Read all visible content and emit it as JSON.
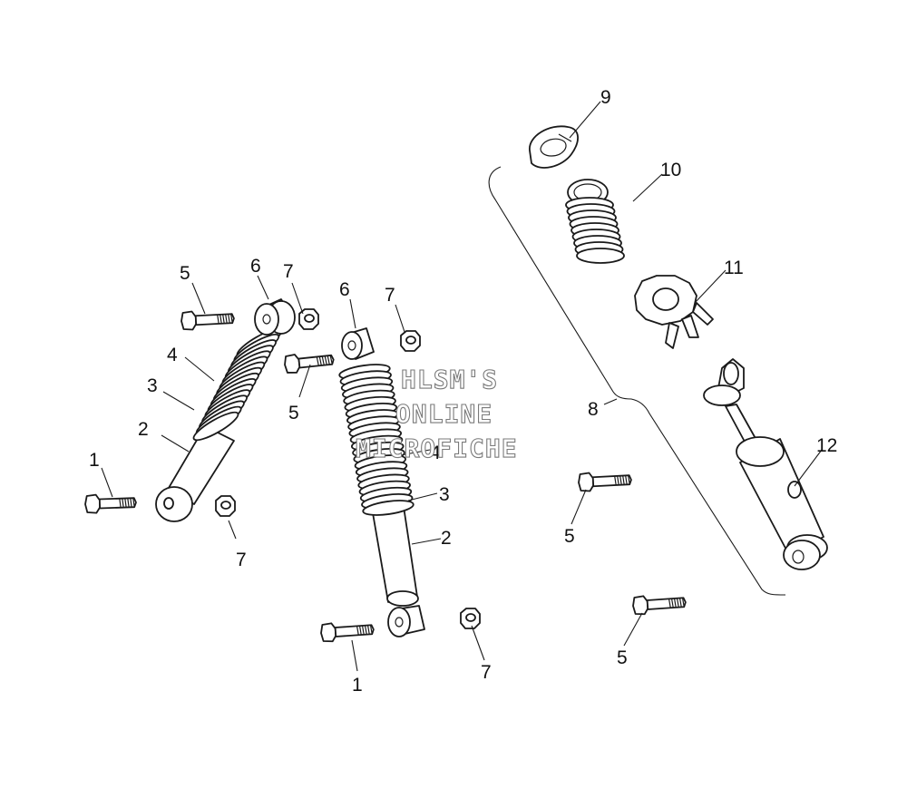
{
  "labels": {
    "l1a": "1",
    "l2a": "2",
    "l3a": "3",
    "l4a": "4",
    "l5a": "5",
    "l6a": "6",
    "l7a": "7",
    "l7b": "7",
    "l5b": "5",
    "l6b": "6",
    "l7c": "7",
    "l4b": "4",
    "l3b": "3",
    "l2b": "2",
    "l1b": "1",
    "l7d": "7",
    "l9": "9",
    "l10": "10",
    "l11": "11",
    "l8": "8",
    "l12": "12",
    "l5c": "5",
    "l5d": "5"
  },
  "watermark": {
    "line1": "HLSM'S",
    "line2": "ONLINE",
    "line3": "MICROFICHE"
  }
}
